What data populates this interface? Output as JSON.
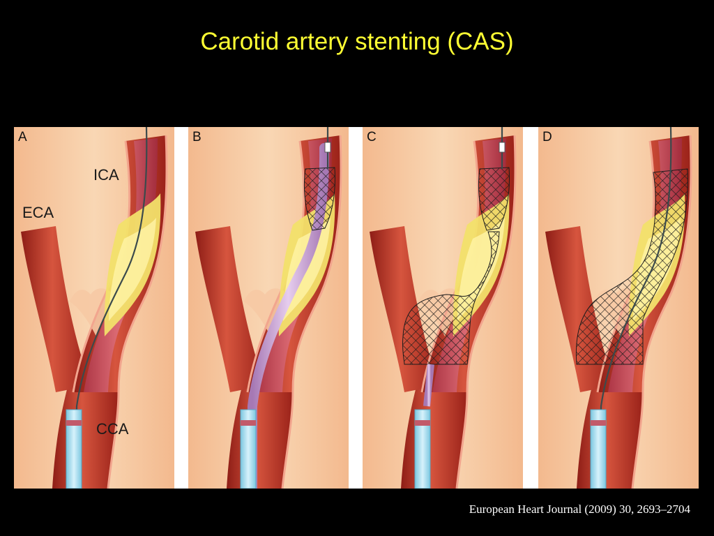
{
  "slide": {
    "title": "Carotid artery stenting (CAS)",
    "citation": "European Heart Journal (2009) 30, 2693–2704"
  },
  "panels": [
    {
      "letter": "A"
    },
    {
      "letter": "B"
    },
    {
      "letter": "C"
    },
    {
      "letter": "D"
    }
  ],
  "vessel_labels": {
    "ica": "ICA",
    "eca": "ECA",
    "cca": "CCA"
  },
  "colors": {
    "background": "#000000",
    "title": "#ffff33",
    "tissue": "#f6c9a4",
    "vessel": "#c7352a",
    "plaque": "#f2e06a",
    "catheter": "#c7a3cf",
    "sheath": "#a8dff2"
  }
}
